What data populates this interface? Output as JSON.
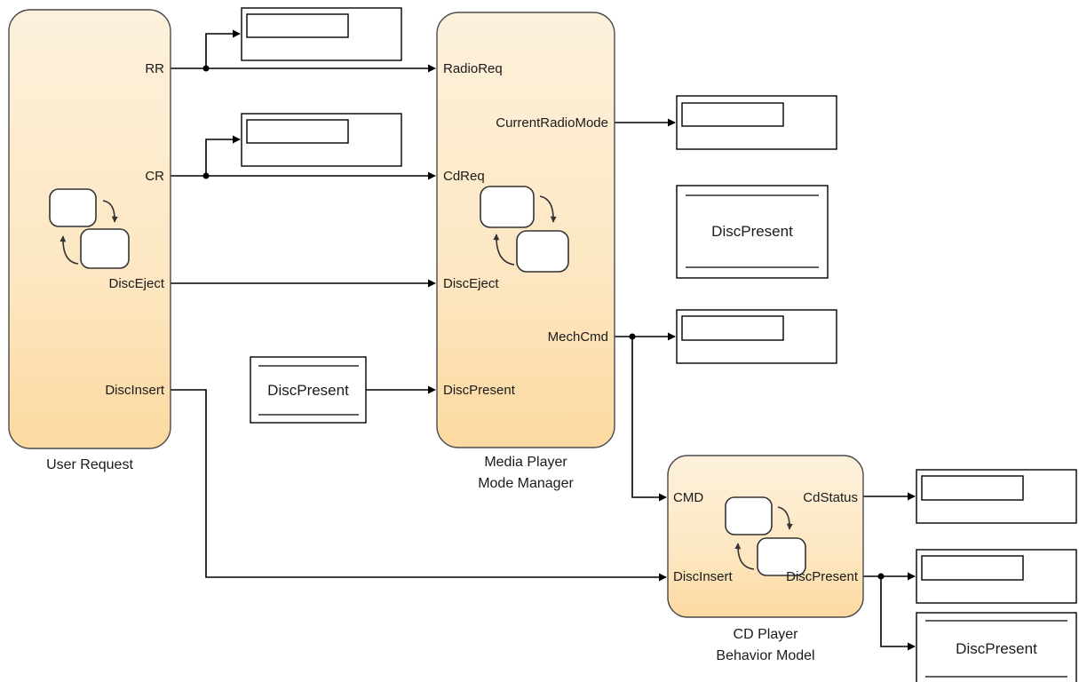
{
  "blocks": {
    "user_request": {
      "name": "User Request",
      "outputs": {
        "rr": "RR",
        "cr": "CR",
        "disc_eject": "DiscEject",
        "disc_insert": "DiscInsert"
      }
    },
    "media_player": {
      "name_line1": "Media Player",
      "name_line2": "Mode Manager",
      "inputs": {
        "radio_req": "RadioReq",
        "cd_req": "CdReq",
        "disc_eject": "DiscEject",
        "disc_present": "DiscPresent"
      },
      "outputs": {
        "current_radio_mode": "CurrentRadioMode",
        "mech_cmd": "MechCmd"
      }
    },
    "cd_player": {
      "name_line1": "CD Player",
      "name_line2": "Behavior Model",
      "inputs": {
        "cmd": "CMD",
        "disc_insert": "DiscInsert"
      },
      "outputs": {
        "cd_status": "CdStatus",
        "disc_present": "DiscPresent"
      }
    },
    "data_store_read": "DiscPresent",
    "data_store_memory": "DiscPresent",
    "data_store_write": "DiscPresent"
  }
}
